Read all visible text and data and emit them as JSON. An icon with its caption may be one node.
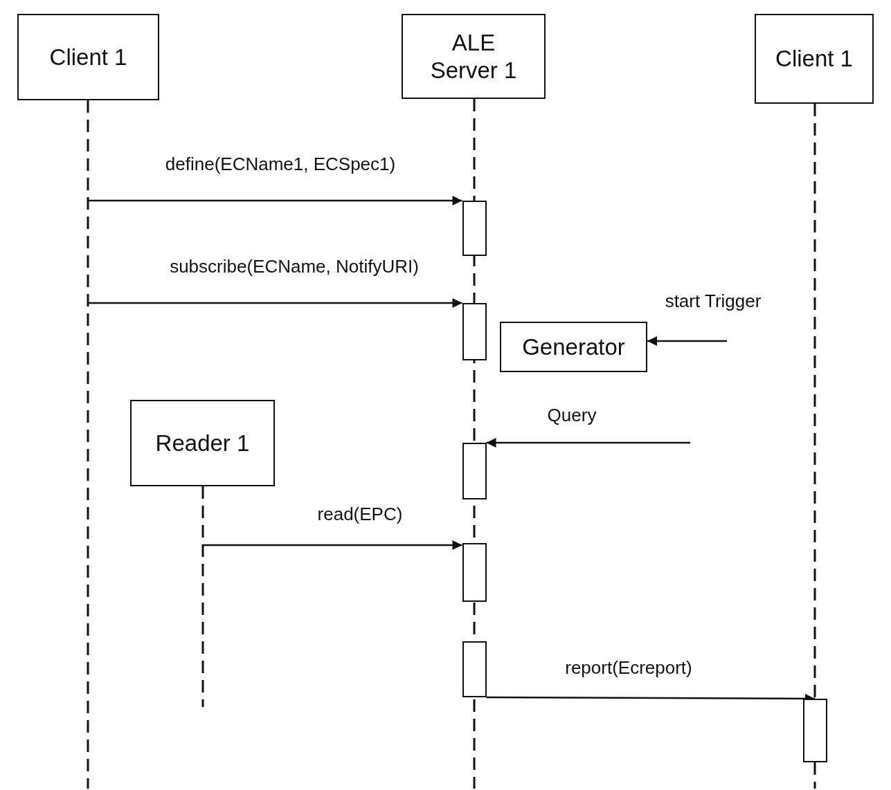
{
  "diagram": {
    "nodes": [
      {
        "text": [
          "Client 1"
        ]
      },
      {
        "text": [
          "ALE Server 1"
        ]
      },
      {
        "text": [
          "Client 1"
        ]
      },
      {
        "text": [
          "Generator"
        ]
      },
      {
        "text": [
          "Reader 1"
        ]
      },
      {
        "text": [],
        "shape": "bar",
        "in": 1
      },
      {
        "text": [],
        "shape": "bar",
        "in": 1
      },
      {
        "text": [],
        "shape": "bar",
        "in": 1
      },
      {
        "text": [],
        "shape": "bar",
        "in": 1
      },
      {
        "text": [],
        "shape": "bar",
        "in": 1
      },
      {
        "text": [],
        "shape": "bar",
        "in": 2
      }
    ],
    "edges": [
      {
        "from": 0,
        "to": 5,
        "arrow": "to",
        "label": "define(ECName1, ECSpec1)"
      },
      {
        "from": 0,
        "to": 6,
        "arrow": "to",
        "label": "subscribe(ECName, NotifyURI)"
      },
      {
        "from": null,
        "to": 3,
        "arrow": "to",
        "label": "start Trigger"
      },
      {
        "from": null,
        "to": 7,
        "arrow": "to",
        "label": "Query"
      },
      {
        "from": 4,
        "to": 8,
        "arrow": "to",
        "label": "read(EPC)"
      },
      {
        "from": 9,
        "to": 10,
        "arrow": "to",
        "label": "report(Ecreport)"
      }
    ]
  }
}
